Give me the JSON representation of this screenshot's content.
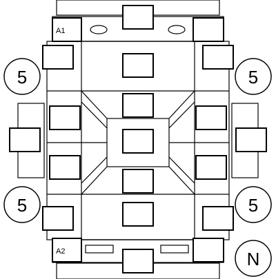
{
  "diagram": {
    "terminal_a1": "A1",
    "terminal_a2": "A2",
    "callout_top_left": "5",
    "callout_top_right": "5",
    "callout_bottom_left": "5",
    "callout_bottom_right": "5",
    "callout_neutral": "N"
  },
  "colors": {
    "stroke": "#000000",
    "fill": "#ffffff"
  }
}
